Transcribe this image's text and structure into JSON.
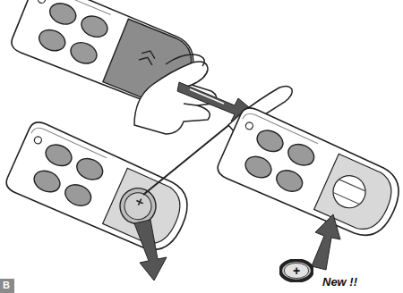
{
  "diagram": {
    "nodes": [
      {
        "text": [
          "+"
        ]
      }
    ],
    "labels": [
      "New !!",
      "B"
    ]
  }
}
